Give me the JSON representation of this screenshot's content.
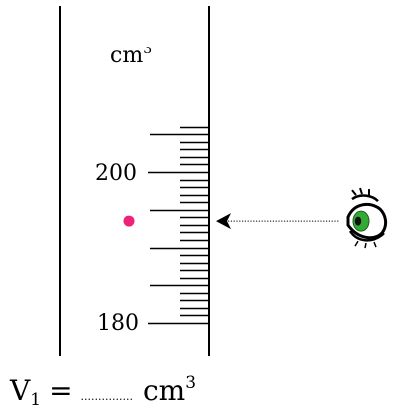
{
  "cylinder": {
    "unit_label": "cm",
    "unit_exponent": "3",
    "tick_labels": [
      "200",
      "180"
    ],
    "scale_top_value": 206,
    "label_200_value": 200,
    "label_180_value": 180,
    "scale_bottom_value": 180,
    "minor_step": 1,
    "long_tick_every": 5
  },
  "reading": {
    "meniscus_value": 193.5,
    "eye_level_value": 193.5
  },
  "answer_line": {
    "variable": "V",
    "subscript": "1",
    "equals": "=",
    "blank": "...............",
    "unit": "cm",
    "unit_exponent": "3"
  },
  "colors": {
    "ink": "#000000",
    "meniscus_dot": "#ee2277",
    "eye_iris": "#33aa33",
    "eye_pupil": "#111111"
  },
  "icons": {
    "eye": "eye-icon",
    "arrowhead": "arrowhead-icon",
    "meniscus": "meniscus-dot"
  }
}
